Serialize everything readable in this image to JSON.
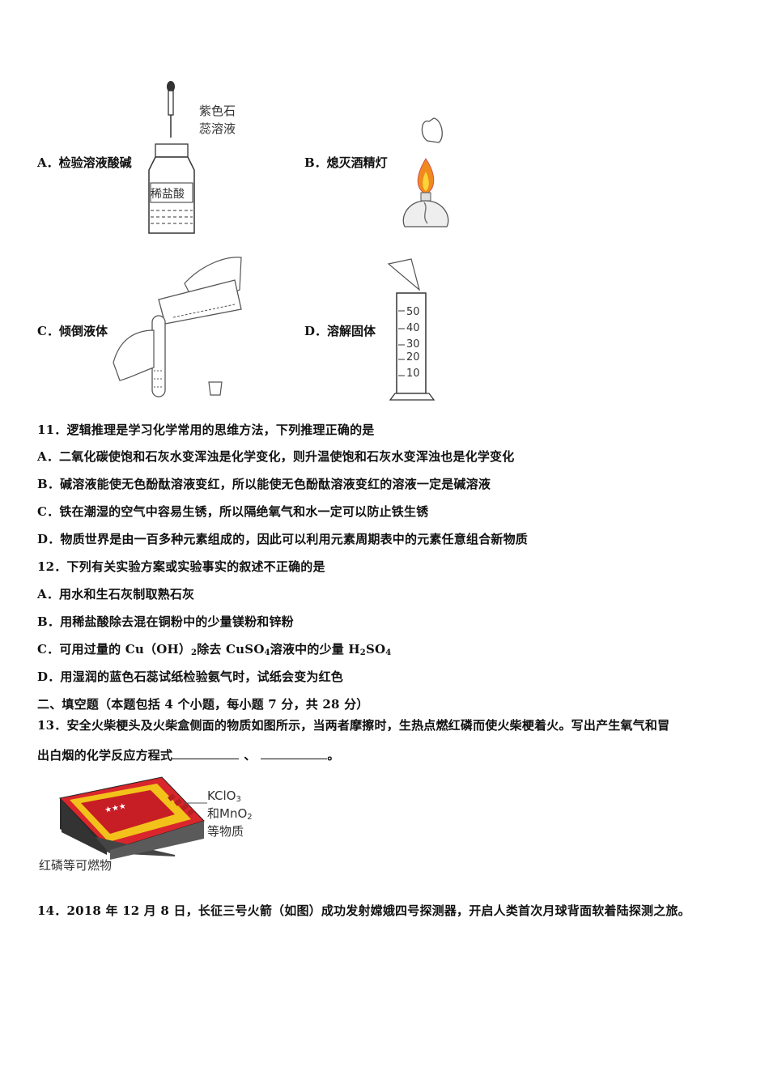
{
  "q10": {
    "option_a": "A．检验溶液酸碱",
    "option_b": "B．熄灭酒精灯",
    "option_c": "C．倾倒液体",
    "option_d": "D．溶解固体",
    "fig_a_dropper_label_1": "紫色石",
    "fig_a_dropper_label_2": "蕊溶液",
    "fig_a_bottle_label": "稀盐酸",
    "fig_d_scale": [
      "50",
      "40",
      "30",
      "20",
      "10"
    ]
  },
  "q11": {
    "stem": "11．逻辑推理是学习化学常用的思维方法，下列推理正确的是",
    "a": "A．二氧化碳使饱和石灰水变浑浊是化学变化，则升温使饱和石灰水变浑浊也是化学变化",
    "b": "B．碱溶液能使无色酚酞溶液变红，所以能使无色酚酞溶液变红的溶液一定是碱溶液",
    "c": "C．铁在潮湿的空气中容易生锈，所以隔绝氧气和水一定可以防止铁生锈",
    "d": "D．物质世界是由一百多种元素组成的，因此可以利用元素周期表中的元素任意组合新物质"
  },
  "q12": {
    "stem": "12．下列有关实验方案或实验事实的叙述不正确的是",
    "a": "A．用水和生石灰制取熟石灰",
    "b": "B．用稀盐酸除去混在铜粉中的少量镁粉和锌粉",
    "c_pre": "C．可用过量的 Cu（OH）",
    "c_sub1": "2",
    "c_mid": "除去 CuSO",
    "c_sub2": "4",
    "c_mid2": "溶液中的少量 H",
    "c_sub3": "2",
    "c_mid3": "SO",
    "c_sub4": "4",
    "d": "D．用湿润的蓝色石蕊试纸检验氨气时，试纸会变为红色"
  },
  "section2": {
    "heading": "二、填空题（本题包括 4 个小题，每小题 7 分，共 28 分）"
  },
  "q13": {
    "line1": "13．安全火柴梗头及火柴盒侧面的物质如图所示，当两者摩擦时，生热点燃红磷而使火柴梗着火。写出产生氧气和冒",
    "line2_pre": "出白烟的化学反应方程式",
    "sep": "、",
    "end": "。",
    "fig_label_1a": "KClO",
    "fig_label_1a_sub": "3",
    "fig_label_1b": "和MnO",
    "fig_label_1b_sub": "2",
    "fig_label_1c": "等物质",
    "fig_label_2": "红磷等可燃物"
  },
  "q14": {
    "stem": "14．2018 年 12 月 8 日，长征三号火箭（如图）成功发射嫦娥四号探测器，开启人类首次月球背面软着陆探测之旅。"
  }
}
